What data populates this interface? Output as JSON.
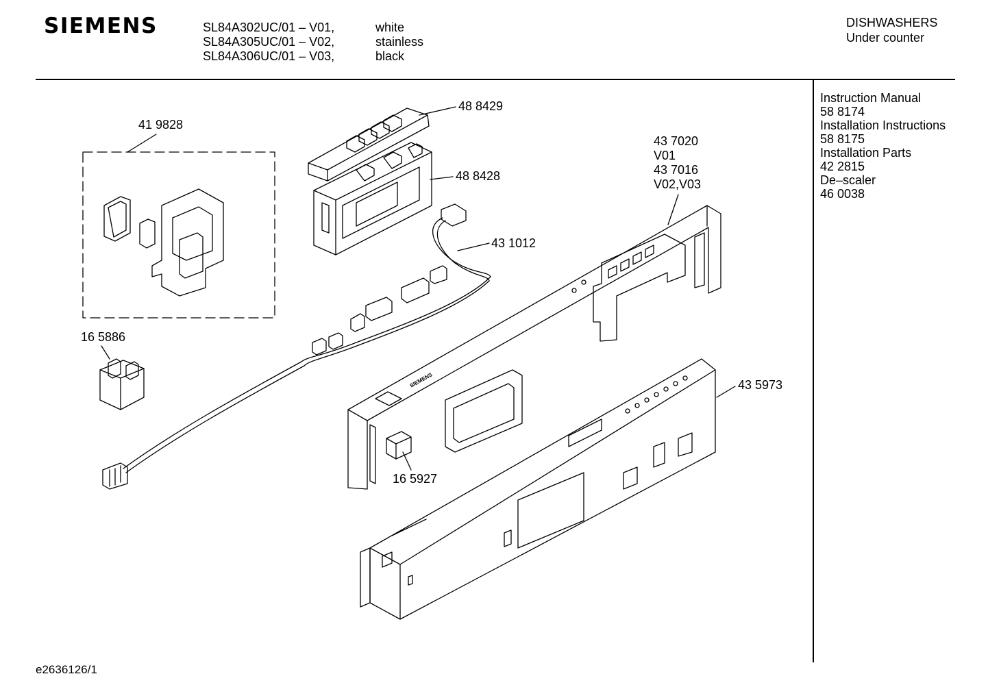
{
  "header": {
    "brand": "SIEMENS",
    "models": [
      {
        "code": "SL84A302UC/01 – V01,",
        "variant": "white"
      },
      {
        "code": "SL84A305UC/01 – V02,",
        "variant": "stainless"
      },
      {
        "code": "SL84A306UC/01 – V03,",
        "variant": "black"
      }
    ],
    "category": [
      "DISHWASHERS",
      "Under counter"
    ]
  },
  "documents": [
    "Instruction Manual",
    "58 8174",
    "Installation Instructions",
    "58 8175",
    "Installation Parts",
    "42 2815",
    "De–scaler",
    "46 0038"
  ],
  "parts": {
    "p488429": "48 8429",
    "p419828": "41 9828",
    "p488428": "48 8428",
    "p437020": [
      "43 7020",
      "V01",
      "43 7016",
      "V02,V03"
    ],
    "p431012": "43 1012",
    "p165886": "16 5886",
    "p435973": "43 5973",
    "p165927": "16 5927"
  },
  "panel_logo": "SIEMENS",
  "footer": "e2636126/1"
}
